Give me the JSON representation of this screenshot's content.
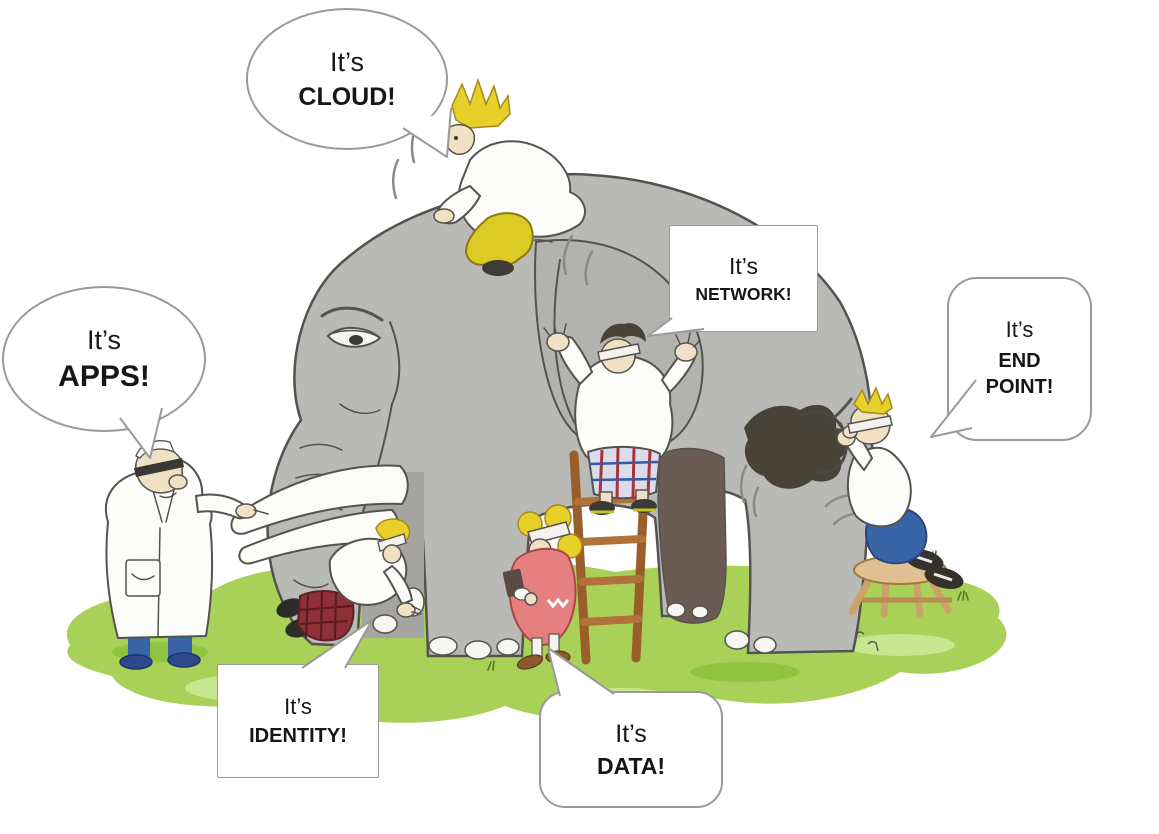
{
  "scene": {
    "description": "Cartoon of a grey elephant on a grassy patch; six blindfolded examiners each touch a different part (head, back, tail, tusk, foot, leg) and each names it differently in a speech bubble."
  },
  "bubbles": {
    "cloud": {
      "line1": "It’s",
      "line2": "CLOUD!"
    },
    "apps": {
      "line1": "It’s",
      "line2": "APPS!"
    },
    "network": {
      "line1": "It’s",
      "line2": "NETWORK!"
    },
    "endpoint": {
      "line1": "It’s",
      "line2": "END\nPOINT!"
    },
    "identity": {
      "line1": "It’s",
      "line2": "IDENTITY!"
    },
    "data": {
      "line1": "It’s",
      "line2": "DATA!"
    }
  },
  "colors": {
    "--c-elephant": "#b9b9b5",
    "--c-elephant-shade": "#a6a4a0",
    "--c-elephant-dark": "#6b5c53",
    "--c-outline": "#55534f",
    "--c-grass": "#a9d157",
    "--c-grass-light": "#c8e690",
    "--c-grass-dark": "#8fc440",
    "--c-bubble-border": "#9a9a9a",
    "--c-text": "#161616",
    "--c-coat": "#fcfcfa",
    "--c-skin": "#f0e0c4",
    "--c-yellow": "#ddca25",
    "--c-hair": "#e8d02a",
    "--c-pink": "#e57f80",
    "--c-blue": "#3a64a8",
    "--c-wood": "#a5672f",
    "--c-wood-light": "#e0c092",
    "--c-plaid-red": "#8e3038",
    "--c-dark": "#35322c"
  }
}
